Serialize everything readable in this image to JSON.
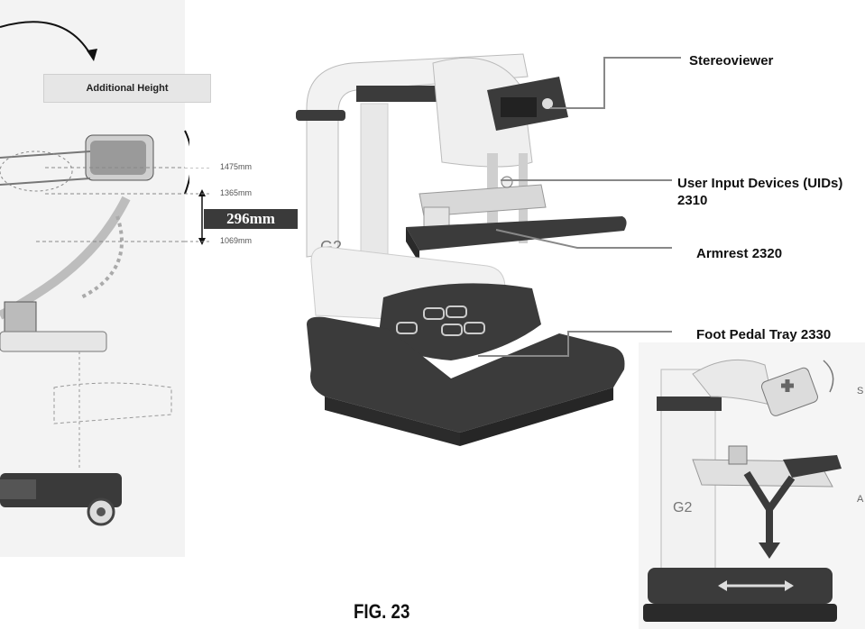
{
  "figure": {
    "caption": "FIG. 23"
  },
  "callouts": {
    "stereoviewer": "Stereoviewer",
    "user_input_devices": "User Input Devices (UIDs) 2310",
    "armrest": "Armrest 2320",
    "foot_pedal_tray": "Foot Pedal Tray 2330"
  },
  "height_diagram": {
    "title": "Additional Height",
    "top_height": "1475mm",
    "mid_height": "1365mm",
    "low_height": "1069mm",
    "delta": "296mm"
  },
  "console_branding": {
    "logo_text": "G2"
  },
  "edge_text": {
    "right_s": "S",
    "right_a": "A"
  },
  "colors": {
    "console_body": "#f2f2f2",
    "console_dark": "#3b3b3b",
    "callout_line": "#888888",
    "delta_badge": "#3a3a3a"
  }
}
